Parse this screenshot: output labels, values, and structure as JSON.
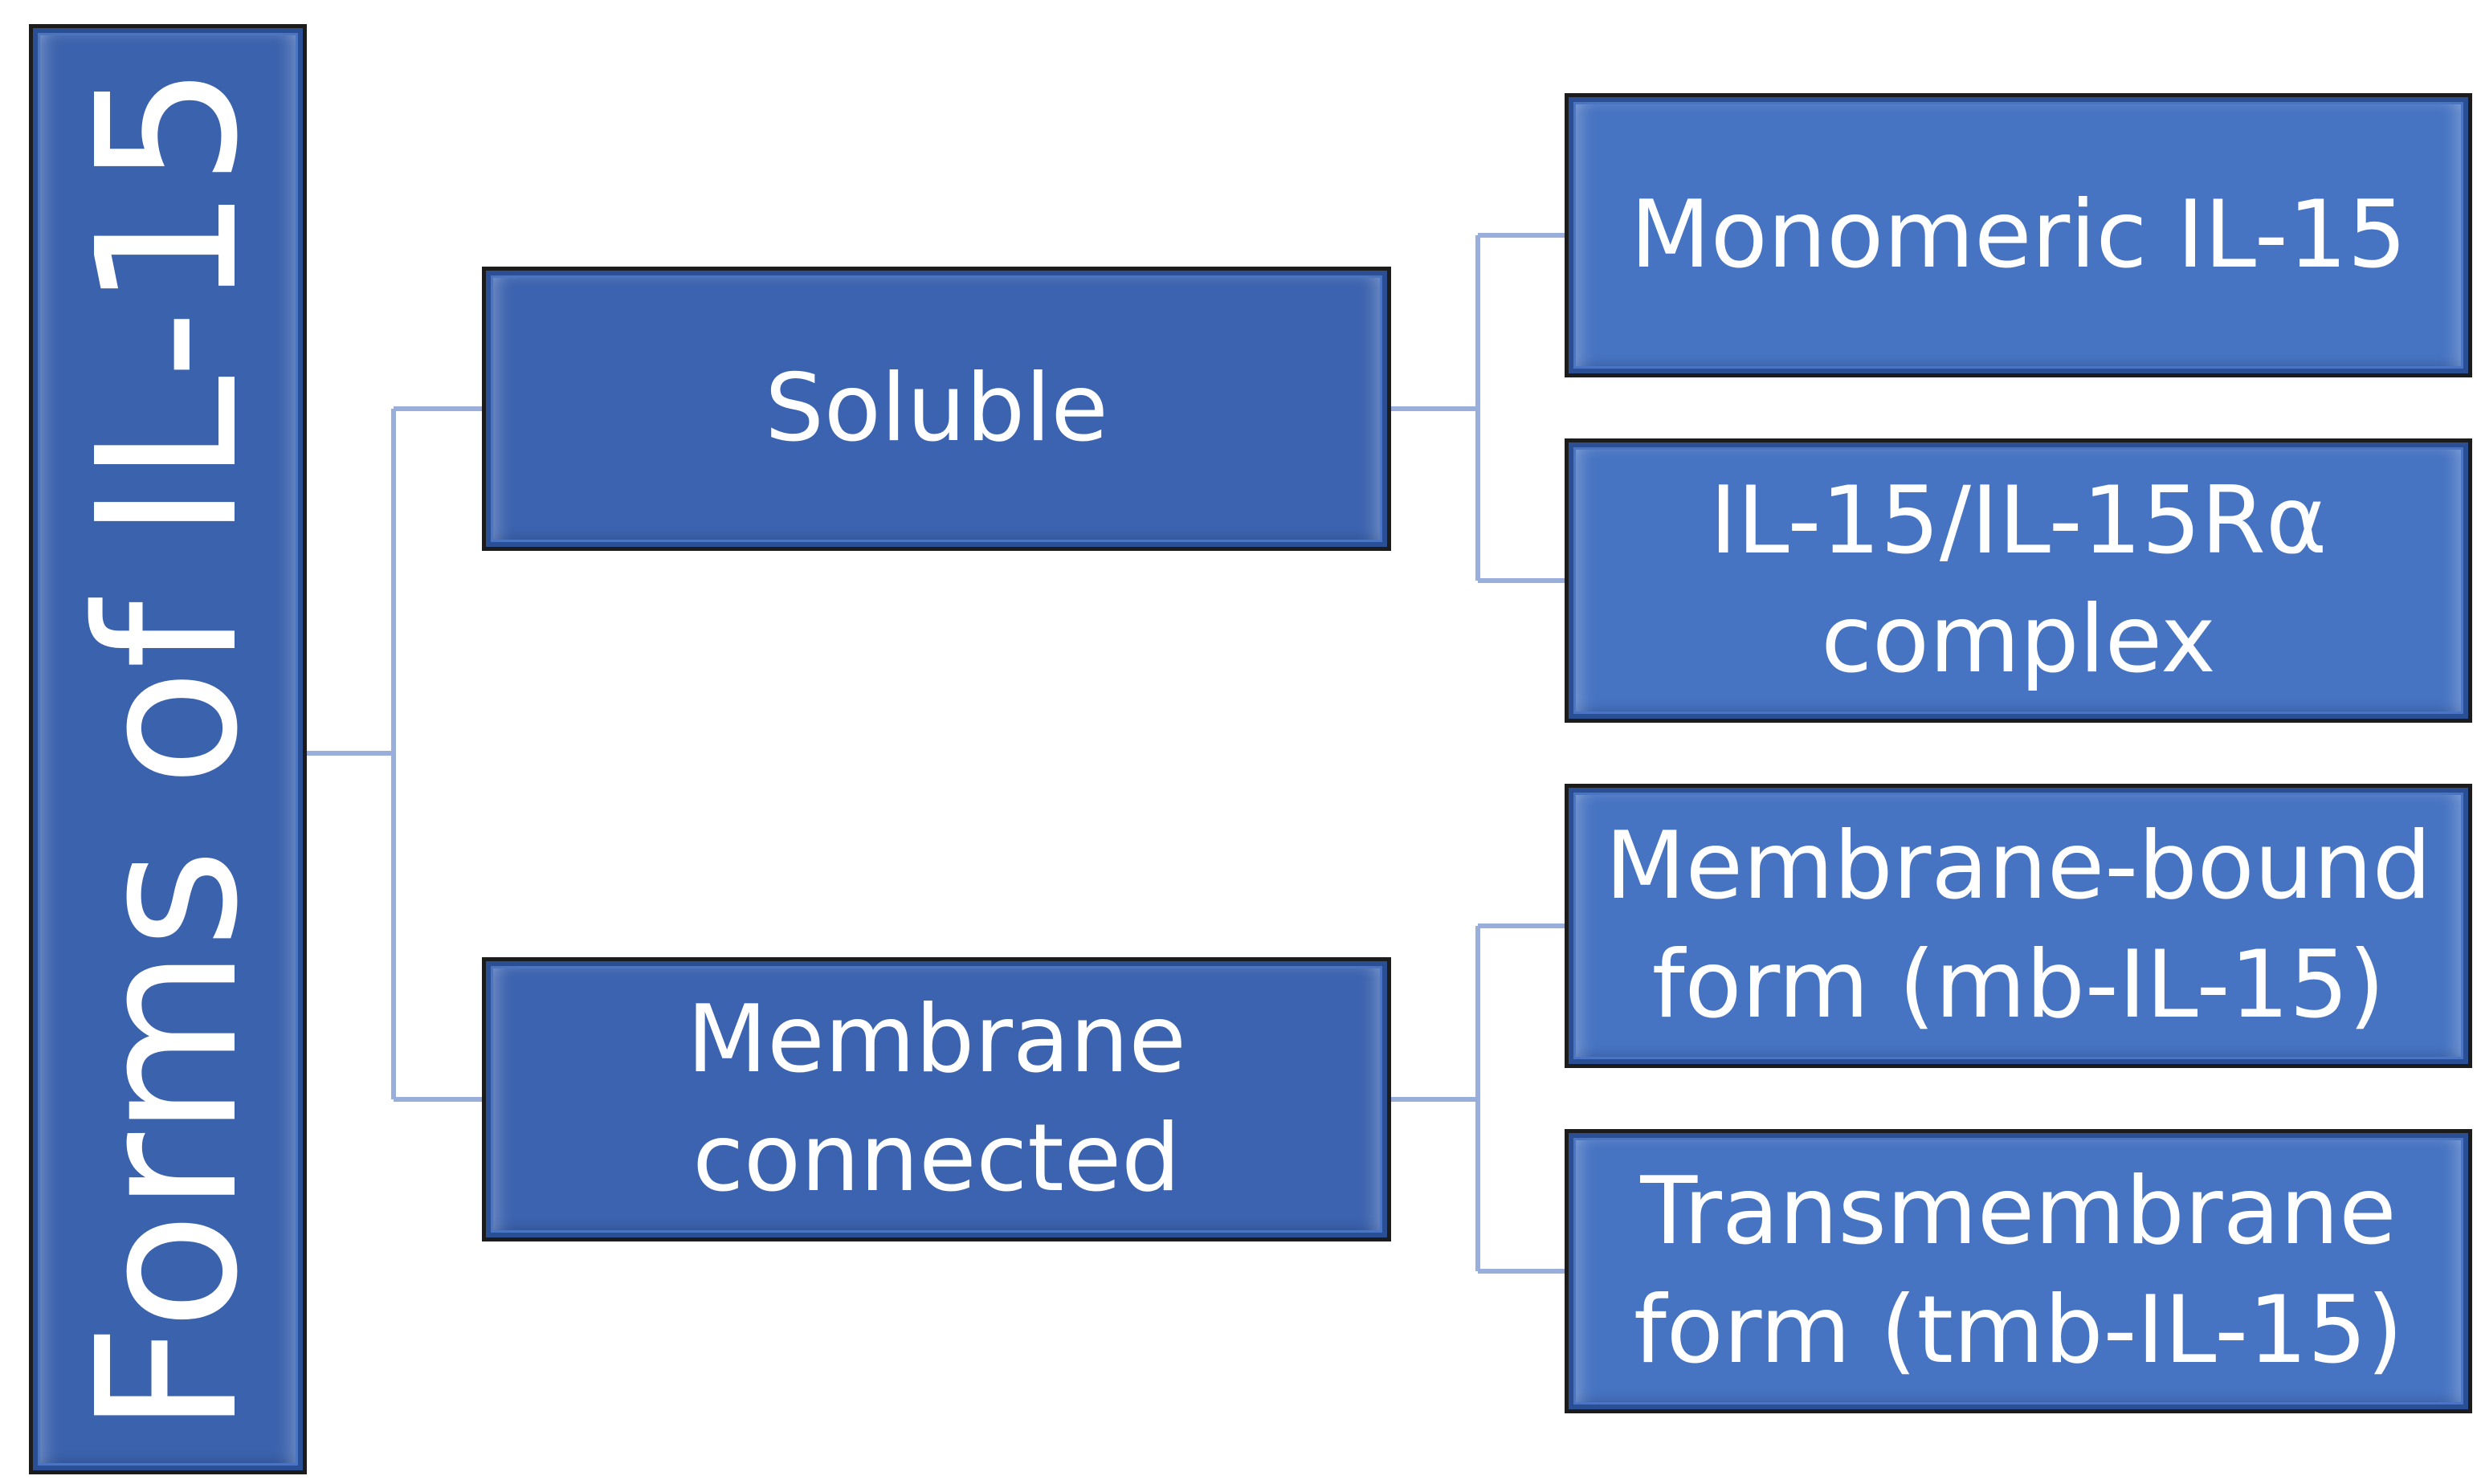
{
  "root": {
    "title": "Forms of IL-15"
  },
  "branches": [
    {
      "label": "Soluble",
      "children": [
        {
          "label": "Monomeric IL-15"
        },
        {
          "label": "IL-15/IL-15Rα complex"
        }
      ]
    },
    {
      "label": "Membrane connected",
      "children": [
        {
          "label": "Membrane-bound form (mb-IL-15)"
        },
        {
          "label": "Transmembrane form (tmb-IL-15)"
        }
      ]
    }
  ],
  "colors": {
    "connector": "#9aaedb",
    "box_border": "#1c1c1c",
    "root_fill": "#3b62ad",
    "level1_fill": "#3c63af",
    "level2_fill": "#4673c2",
    "text": "#ffffff"
  }
}
